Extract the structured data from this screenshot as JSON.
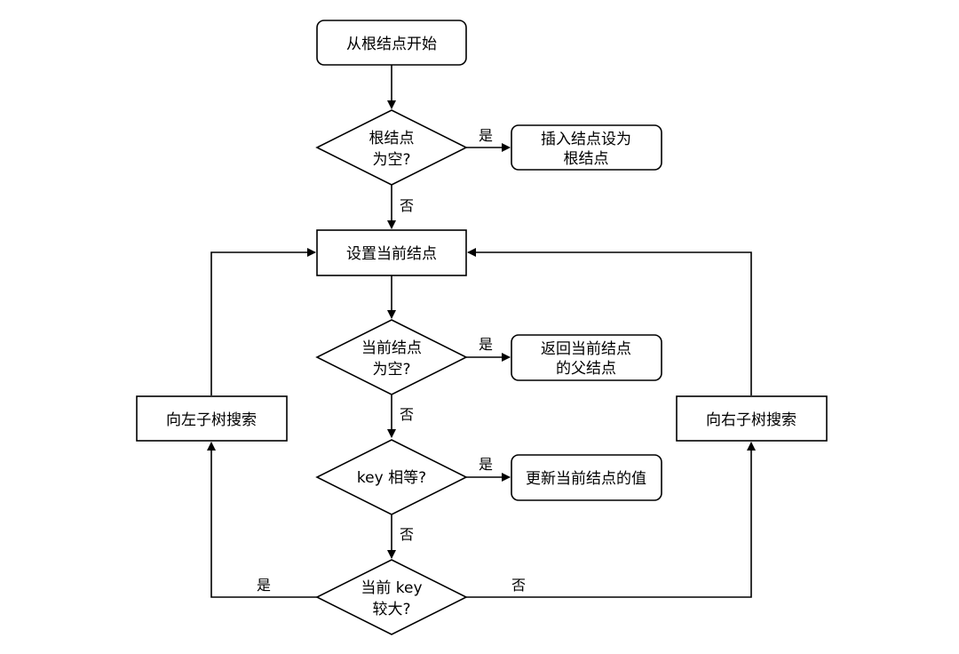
{
  "nodes": {
    "start": [
      "从根结点开始"
    ],
    "root_empty": [
      "根结点",
      "为空?"
    ],
    "insert_root": [
      "插入结点设为",
      "根结点"
    ],
    "set_current": [
      "设置当前结点"
    ],
    "current_empty": [
      "当前结点",
      "为空?"
    ],
    "return_parent": [
      "返回当前结点",
      "的父结点"
    ],
    "key_equal": [
      "key 相等?"
    ],
    "update_value": [
      "更新当前结点的值"
    ],
    "key_greater": [
      "当前 key",
      "较大?"
    ],
    "search_left": [
      "向左子树搜索"
    ],
    "search_right": [
      "向右子树搜索"
    ]
  },
  "edge_labels": {
    "root_empty_yes": "是",
    "root_empty_no": "否",
    "current_empty_yes": "是",
    "current_empty_no": "否",
    "key_equal_yes": "是",
    "key_equal_no": "否",
    "key_greater_yes": "是",
    "key_greater_no": "否"
  }
}
